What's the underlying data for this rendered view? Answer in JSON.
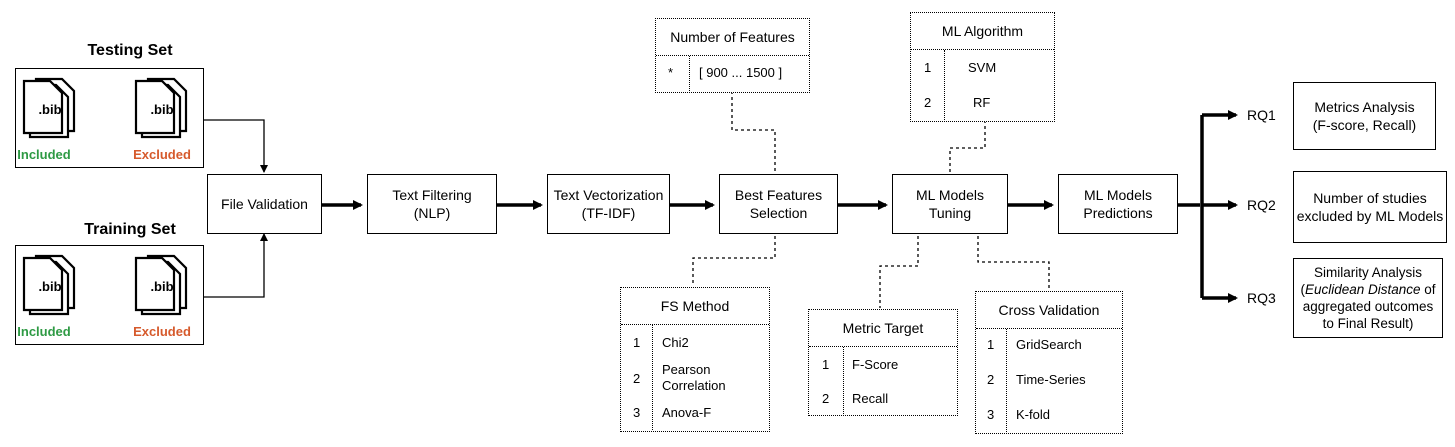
{
  "testing_set": {
    "title": "Testing Set",
    "file_ext": ".bib",
    "included": "Included",
    "excluded": "Excluded"
  },
  "training_set": {
    "title": "Training Set",
    "file_ext": ".bib",
    "included": "Included",
    "excluded": "Excluded"
  },
  "pipeline": {
    "file_validation": "File Validation",
    "text_filtering": [
      "Text Filtering",
      "(NLP)"
    ],
    "text_vectorization": [
      "Text Vectorization",
      "(TF-IDF)"
    ],
    "best_features": [
      "Best Features",
      "Selection"
    ],
    "ml_tuning": [
      "ML Models",
      "Tuning"
    ],
    "ml_predictions": [
      "ML Models",
      "Predictions"
    ]
  },
  "number_of_features": {
    "title": "Number of Features",
    "rows": [
      [
        "*",
        "[ 900 ... 1500 ]"
      ]
    ]
  },
  "ml_algorithm": {
    "title": "ML Algorithm",
    "rows": [
      [
        "1",
        "SVM"
      ],
      [
        "2",
        "RF"
      ]
    ]
  },
  "fs_method": {
    "title": "FS Method",
    "rows": [
      [
        "1",
        "Chi2"
      ],
      [
        "2",
        "Pearson\nCorrelation"
      ],
      [
        "3",
        "Anova-F"
      ]
    ]
  },
  "metric_target": {
    "title": "Metric Target",
    "rows": [
      [
        "1",
        "F-Score"
      ],
      [
        "2",
        "Recall"
      ]
    ]
  },
  "cross_validation": {
    "title": "Cross Validation",
    "rows": [
      [
        "1",
        "GridSearch"
      ],
      [
        "2",
        "Time-Series"
      ],
      [
        "3",
        "K-fold"
      ]
    ]
  },
  "research_questions": [
    {
      "label": "RQ1",
      "text": [
        "Metrics Analysis",
        "(F-score, Recall)"
      ]
    },
    {
      "label": "RQ2",
      "text": [
        "Number of studies",
        "excluded by ML Models"
      ]
    },
    {
      "label": "RQ3",
      "text_before": "Similarity Analysis",
      "text_italic_open": "(",
      "text_italic": "Euclidean Distance",
      "text_after": " of",
      "text_rest": [
        "aggregated outcomes",
        "to Final Result)"
      ]
    }
  ],
  "colors": {
    "included": "#2e9a44",
    "excluded": "#d65a2c",
    "line": "#000000"
  }
}
